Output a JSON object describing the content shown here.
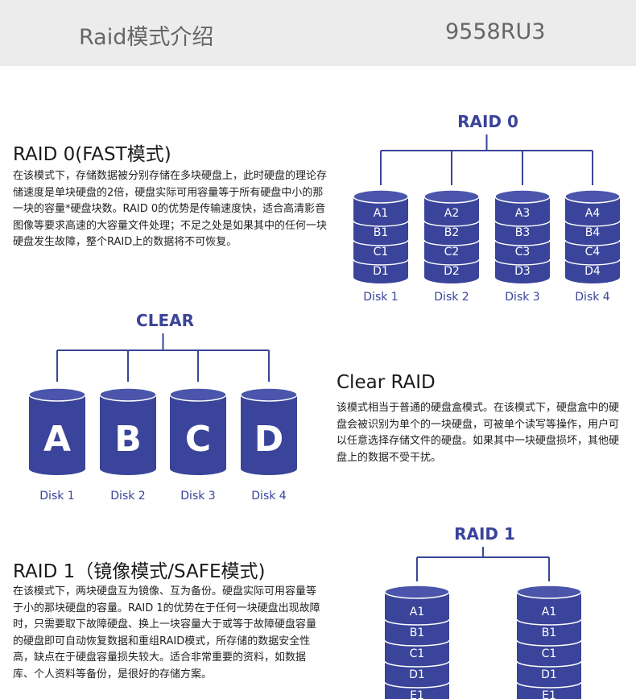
{
  "header": {
    "title": "Raid模式介绍",
    "model": "9558RU3"
  },
  "raid0": {
    "heading": "RAID 0(FAST模式)",
    "body": "在该模式下，存储数据被分别存储在多块硬盘上，此时硬盘的理论存储速度是单块硬盘的2倍，硬盘实际可用容量等于所有硬盘中小的那一块的容量*硬盘块数。RAID 0的优势是传输速度快，适合高清影音图像等要求高速的大容量文件处理；不足之处是如果其中的任何一块硬盘发生故障，整个RAID上的数据将不可恢复。",
    "diagram_title": "RAID 0",
    "disks": [
      {
        "label": "Disk 1",
        "cells": [
          "A1",
          "B1",
          "C1",
          "D1"
        ]
      },
      {
        "label": "Disk 2",
        "cells": [
          "A2",
          "B2",
          "C2",
          "D2"
        ]
      },
      {
        "label": "Disk 3",
        "cells": [
          "A3",
          "B3",
          "C3",
          "D3"
        ]
      },
      {
        "label": "Disk 4",
        "cells": [
          "A4",
          "B4",
          "C4",
          "D4"
        ]
      }
    ]
  },
  "clear": {
    "diagram_title": "CLEAR",
    "heading": "Clear RAID",
    "body": "该模式相当于普通的硬盘盒模式。在该模式下，硬盘盒中的硬盘会被识别为单个的一块硬盘，可被单个读写等操作，用户可以任意选择存储文件的硬盘。如果其中一块硬盘损坏，其他硬盘上的数据不受干扰。",
    "disks": [
      {
        "label": "Disk 1",
        "letter": "A"
      },
      {
        "label": "Disk 2",
        "letter": "B"
      },
      {
        "label": "Disk 3",
        "letter": "C"
      },
      {
        "label": "Disk 4",
        "letter": "D"
      }
    ]
  },
  "raid1": {
    "heading": "RAID 1（镜像模式/SAFE模式)",
    "body": "在该模式下，两块硬盘互为镜像、互为备份。硬盘实际可用容量等于小的那块硬盘的容量。RAID 1的优势在于任何一块硬盘出现故障时，只需要取下故障硬盘、换上一块容量大于或等于故障硬盘容量的硬盘即可自动恢复数据和重组RAID模式，所存储的数据安全性高，缺点在于硬盘容量损失较大。适合非常重要的资料，如数据库、个人资料等备份，是很好的存储方案。",
    "diagram_title": "RAID 1",
    "disks": [
      {
        "cells": [
          "A1",
          "B1",
          "C1",
          "D1",
          "E1"
        ]
      },
      {
        "cells": [
          "A1",
          "B1",
          "C1",
          "D1",
          "E1"
        ]
      }
    ]
  },
  "colors": {
    "disk_fill": "#3a449a",
    "disk_top": "#4a55ab",
    "line": "#3a449a"
  }
}
